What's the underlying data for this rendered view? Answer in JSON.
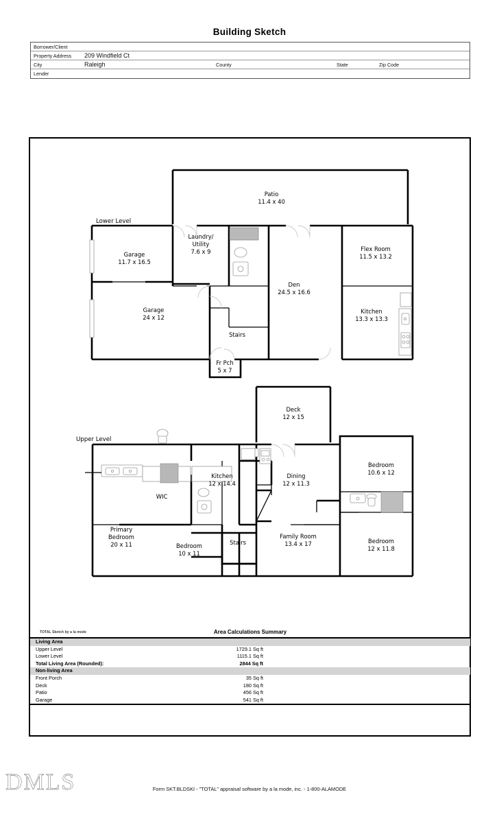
{
  "document": {
    "title": "Building Sketch",
    "form_footer": "Form SKT.BLDSKI - \"TOTAL\" appraisal software by a la mode, inc. - 1-800-ALAMODE",
    "watermark": "DMLS",
    "sketch_credit": "TOTAL Sketch by a la mode"
  },
  "header": {
    "rows": [
      {
        "label": "Borrower/Client",
        "value": ""
      },
      {
        "label": "Property Address",
        "value": "209 Windfield Ct"
      },
      {
        "label": "City",
        "value": "Raleigh"
      },
      {
        "label": "Lender",
        "value": ""
      }
    ],
    "city_row_labels": {
      "county": "County",
      "state": "State",
      "zip": "Zip Code"
    }
  },
  "floorplan": {
    "lower_level_label": "Lower Level",
    "upper_level_label": "Upper Level",
    "lower_rooms": [
      {
        "name": "Patio",
        "dims": "11.4 x 40"
      },
      {
        "name": "Garage",
        "dims": "11.7 x 16.5"
      },
      {
        "name": "Laundry/\nUtility",
        "dims": "7.6 x 9",
        "line1": "Laundry/",
        "line2": "Utility"
      },
      {
        "name": "Flex Room",
        "dims": "11.5 x 13.2"
      },
      {
        "name": "Garage",
        "dims": "24 x 12"
      },
      {
        "name": "Den",
        "dims": "24.5 x 16.6"
      },
      {
        "name": "Kitchen",
        "dims": "13.3 x 13.3"
      },
      {
        "name": "Stairs",
        "dims": ""
      },
      {
        "name": "Fr Pch",
        "dims": "5 x 7"
      }
    ],
    "upper_rooms": [
      {
        "name": "Deck",
        "dims": "12 x 15"
      },
      {
        "name": "Kitchen",
        "dims": "12 x 14.4"
      },
      {
        "name": "Dining",
        "dims": "12 x 11.3"
      },
      {
        "name": "Bedroom",
        "dims": "10.6 x 12"
      },
      {
        "name": "WIC",
        "dims": ""
      },
      {
        "name": "Primary Bedroom",
        "dims": "20 x 11",
        "line1": "Primary",
        "line2": "Bedroom"
      },
      {
        "name": "Bedroom",
        "dims": "10 x 11"
      },
      {
        "name": "Stairs",
        "dims": ""
      },
      {
        "name": "Family Room",
        "dims": "13.4 x 17"
      },
      {
        "name": "Bedroom",
        "dims": "12 x 11.8"
      }
    ]
  },
  "area_summary": {
    "title": "Area Calculations Summary",
    "sections": [
      {
        "header": "Living Area",
        "rows": [
          {
            "label": "Upper Level",
            "value": "1729.1 Sq ft",
            "bold": false
          },
          {
            "label": "Lower Level",
            "value": "1115.1 Sq ft",
            "bold": false
          },
          {
            "label": "Total Living Area (Rounded):",
            "value": "2844 Sq ft",
            "bold": true
          }
        ]
      },
      {
        "header": "Non-living Area",
        "rows": [
          {
            "label": "Front Porch",
            "value": "35 Sq ft",
            "bold": false
          },
          {
            "label": "Deck",
            "value": "180 Sq ft",
            "bold": false
          },
          {
            "label": "Patio",
            "value": "456 Sq ft",
            "bold": false
          },
          {
            "label": "Garage",
            "value": "541 Sq ft",
            "bold": false
          }
        ]
      }
    ]
  }
}
